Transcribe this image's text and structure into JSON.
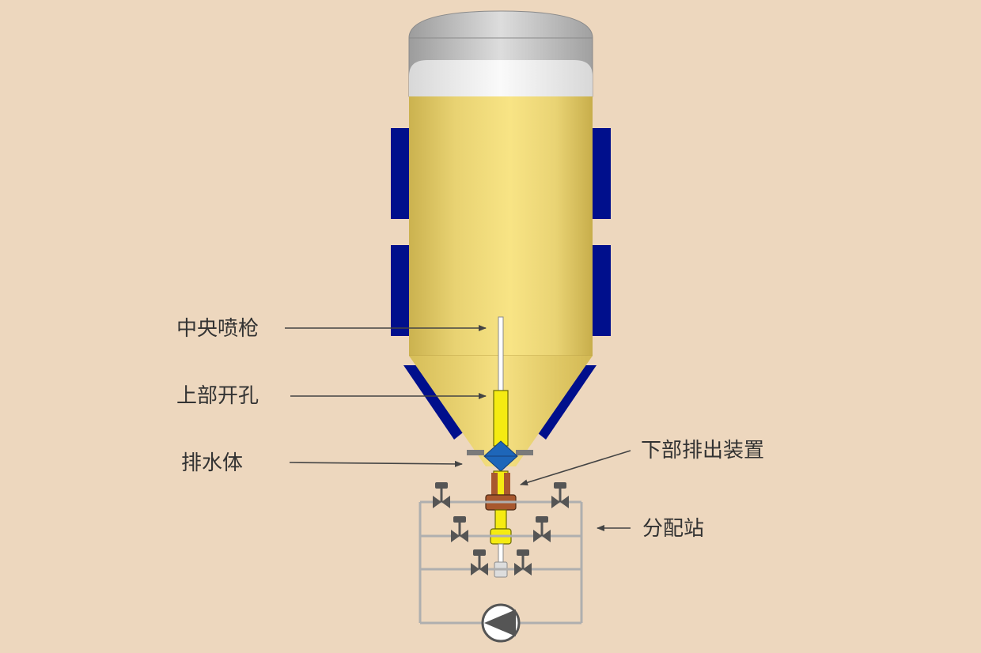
{
  "labels": {
    "central_lance": "中央喷枪",
    "upper_opening": "上部开孔",
    "drain_body": "排水体",
    "lower_discharge": "下部排出装置",
    "distribution_station": "分配站"
  },
  "colors": {
    "background": "#EDD7BE",
    "tank_fill": "#F3DC7E",
    "jacket": "#000F8C",
    "lance_yellow": "#F5EB12",
    "sight_blue": "#1E66B9",
    "flange_brown": "#A8582E",
    "valve_gray": "#5F5F5F",
    "pipe_gray": "#AFAFAF"
  },
  "icons": {
    "valve": "gate-valve-icon",
    "pump": "centrifugal-pump-icon"
  }
}
